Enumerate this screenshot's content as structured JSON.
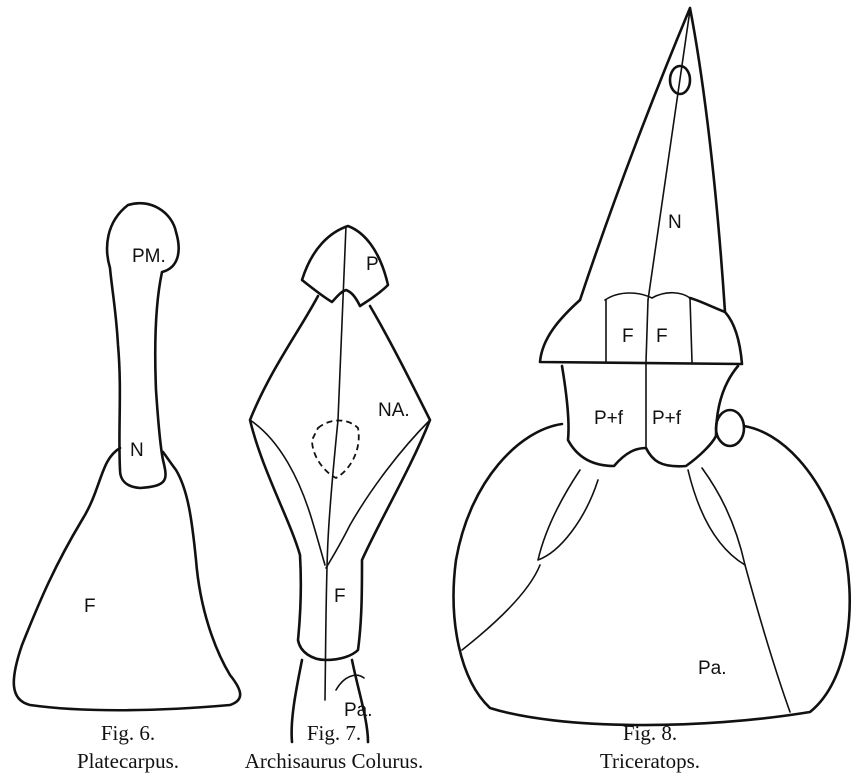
{
  "figures": [
    {
      "caption_number": "Fig. 6.",
      "caption_name": "Platecarpus.",
      "labels": {
        "pm": "PM.",
        "n": "N",
        "f": "F"
      }
    },
    {
      "caption_number": "Fig. 7.",
      "caption_name": "Archisaurus Colurus.",
      "labels": {
        "p": "P",
        "na": "NA.",
        "f": "F",
        "pa": "Pa."
      }
    },
    {
      "caption_number": "Fig. 8.",
      "caption_name": "Triceratops.",
      "labels": {
        "n": "N",
        "f_left": "F",
        "f_right": "F",
        "pf_left": "P+f",
        "pf_right": "P+f",
        "pa": "Pa."
      }
    }
  ]
}
